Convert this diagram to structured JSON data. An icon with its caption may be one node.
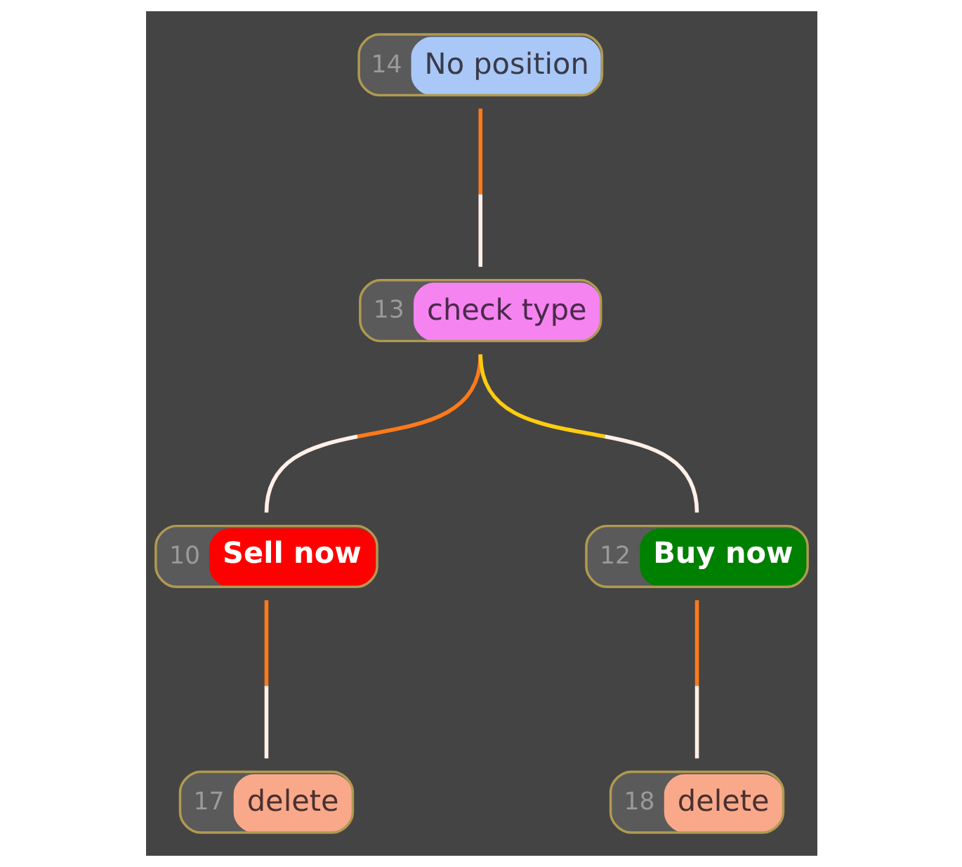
{
  "diagram": {
    "nodes": [
      {
        "text": [
          "14",
          "No position"
        ]
      },
      {
        "text": [
          "13",
          "check type"
        ]
      },
      {
        "text": [
          "10",
          "Sell now"
        ]
      },
      {
        "text": [
          "12",
          "Buy now"
        ]
      },
      {
        "text": [
          "17",
          "delete"
        ]
      },
      {
        "text": [
          "18",
          "delete"
        ]
      }
    ],
    "edges": [
      {
        "from": 0,
        "to": 1,
        "arrow": "none"
      },
      {
        "from": 1,
        "to": 2,
        "arrow": "none"
      },
      {
        "from": 1,
        "to": 3,
        "arrow": "none",
        "color": "#ffcc11"
      },
      {
        "from": 2,
        "to": 4,
        "arrow": "none"
      },
      {
        "from": 3,
        "to": 5,
        "arrow": "none"
      }
    ]
  }
}
